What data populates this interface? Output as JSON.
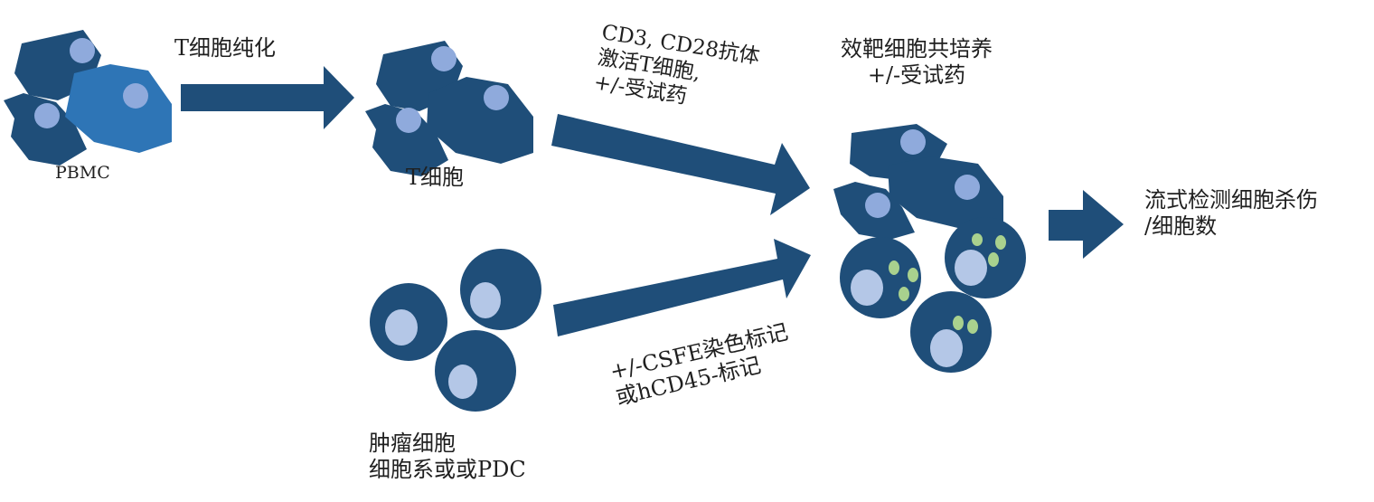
{
  "labels": {
    "purify_step": "T细胞纯化",
    "pbmc": "PBMC",
    "t_cells": "T细胞",
    "activation_line1": "CD3, CD28抗体",
    "activation_line2": "激活T细胞,",
    "activation_line3": "+/-受试药",
    "coculture_line1": "效靶细胞共培养",
    "coculture_line2": "+/-受试药",
    "readout_line1": "流式检测细胞杀伤",
    "readout_line2": "/细胞数",
    "staining_line1": "+/-CSFE染色标记",
    "staining_line2": "或hCD45-标记",
    "tumor_line1": "肿瘤细胞",
    "tumor_line2": "细胞系或或PDC"
  },
  "colors": {
    "dark_blue": "#1f4e79",
    "medium_blue": "#2e75b6",
    "nucleus_blue": "#8faadc",
    "light_nucleus": "#b4c7e7",
    "green_dot": "#a9d18e"
  }
}
